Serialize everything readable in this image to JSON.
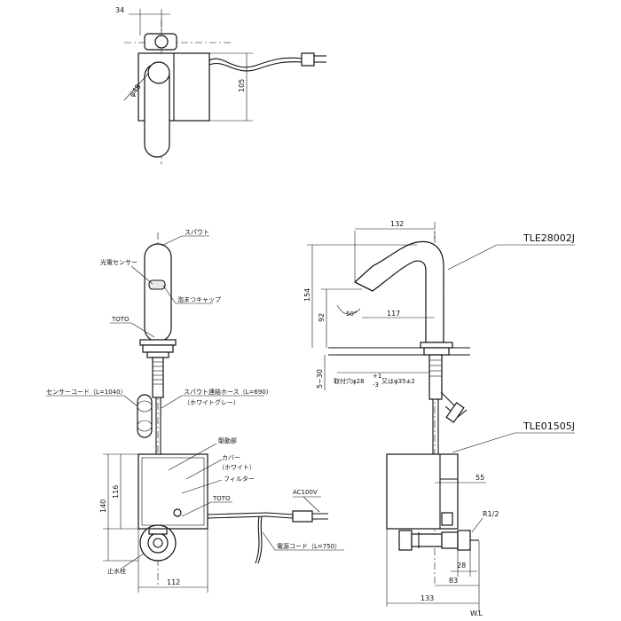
{
  "dims": {
    "top_width": "34",
    "top_diameter": "φ48",
    "top_height": "105",
    "spout_reach": "132",
    "spout_height": "154",
    "outlet_height": "92",
    "spout_angle": "50°",
    "outlet_reach": "117",
    "counter_thickness": "5~30",
    "mount_hole": "取付穴φ28",
    "tolerance_upper": "+1",
    "tolerance_lower": "-3",
    "hole_tail": "又はφ35±2",
    "box_height_total": "140",
    "box_height": "116",
    "box_width": "112",
    "side_offset": "55",
    "thread": "R1/2",
    "pipe_offset": "28",
    "depth": "83",
    "total_depth": "133",
    "wall_mark": "W.L"
  },
  "labels": {
    "spout": "スパウト",
    "sensor": "光電センサー",
    "foam_cap": "泡まつキャップ",
    "toto_upper": "TOTO",
    "sensor_cord": "センサーコード（L=1040）",
    "hose": "スパウト連結ホース（L=690）",
    "hose_color": "（ホワイトグレー）",
    "drive_unit": "駆動部",
    "cover": "カバー",
    "cover_color": "（ホワイト）",
    "filter": "フィルター",
    "ac": "AC100V",
    "toto_lower": "TOTO",
    "power_cord": "電源コード（L=750）",
    "stop_valve": "止水栓",
    "model_spout": "TLE28002J",
    "model_unit": "TLE01505J"
  }
}
